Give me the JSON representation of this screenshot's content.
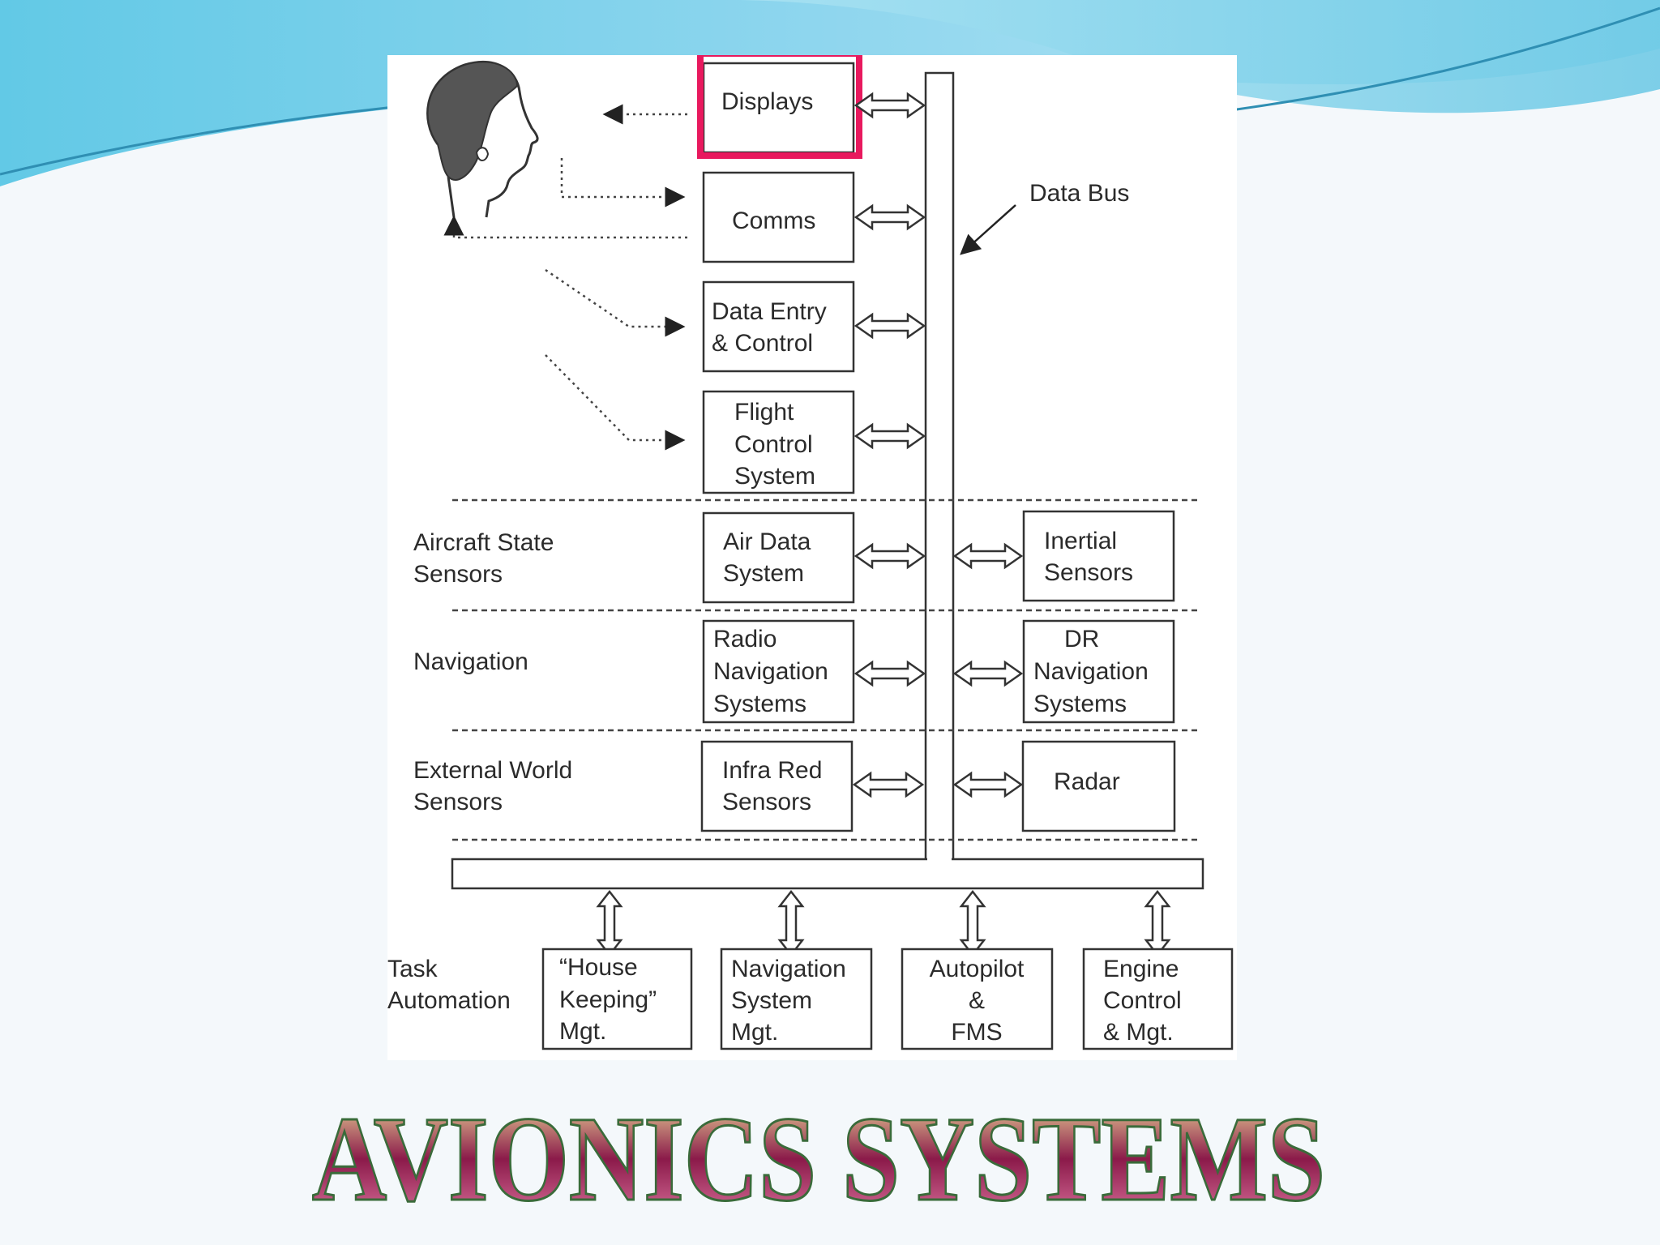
{
  "diagram": {
    "human": {
      "label": ""
    },
    "data_bus_label": "Data Bus",
    "top_boxes": [
      {
        "id": "displays",
        "lines": [
          "Displays"
        ],
        "highlighted": true
      },
      {
        "id": "comms",
        "lines": [
          "Comms"
        ]
      },
      {
        "id": "data-entry",
        "lines": [
          "Data Entry",
          "& Control"
        ]
      },
      {
        "id": "flight-control",
        "lines": [
          "Flight",
          "Control",
          "System"
        ]
      }
    ],
    "rows": [
      {
        "id": "aircraft-state",
        "label": [
          "Aircraft  State",
          "Sensors"
        ],
        "left_box": [
          "Air Data",
          "System"
        ],
        "right_box": [
          "Inertial",
          "Sensors"
        ]
      },
      {
        "id": "navigation",
        "label": [
          "Navigation"
        ],
        "left_box": [
          "Radio",
          "Navigation",
          "Systems"
        ],
        "right_box": [
          "DR",
          "Navigation",
          "Systems"
        ]
      },
      {
        "id": "external-world",
        "label": [
          "External World",
          "Sensors"
        ],
        "left_box": [
          "Infra Red",
          "Sensors"
        ],
        "right_box": [
          "Radar"
        ]
      }
    ],
    "task_automation": {
      "label": [
        "Task",
        "Automation"
      ],
      "boxes": [
        {
          "id": "house-keeping",
          "lines": [
            "“House",
            "Keeping”",
            "Mgt."
          ]
        },
        {
          "id": "nav-system-mgt",
          "lines": [
            "Navigation",
            "System",
            "Mgt."
          ]
        },
        {
          "id": "autopilot",
          "lines": [
            "Autopilot",
            "&",
            "FMS"
          ]
        },
        {
          "id": "engine-control",
          "lines": [
            "Engine",
            "Control",
            "& Mgt."
          ]
        }
      ]
    },
    "highlight_color": "#e8195e"
  },
  "title": {
    "text": "AVIONICS SYSTEMS",
    "colors": {
      "gradient_top": "#f4e9a0",
      "gradient_mid": "#8b1a4a",
      "gradient_bottom": "#e27aa4",
      "outline": "#3a6b3a"
    }
  },
  "theme": {
    "wave_color": "#3fb0d8",
    "wave_light": "#a6dcef"
  }
}
